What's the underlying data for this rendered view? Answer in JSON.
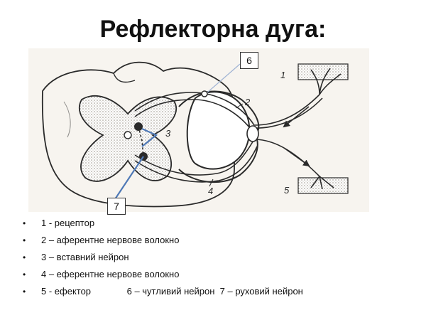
{
  "title": "Рефлекторна дуга:",
  "labels": {
    "n1": "1",
    "n2": "2",
    "n3": "3",
    "n4": "4",
    "n5": "5",
    "box6": "6",
    "box7": "7"
  },
  "legend": [
    "1 - рецептор",
    "2 – аферентне нервове волокно",
    "3 – вставний нейрон",
    "4 – еферентне нервове волокно",
    "5 - ефектор              6 – чутливий нейрон  7 – руховий нейрон"
  ],
  "colors": {
    "line": "#2a2a2a",
    "stipple": "#c9c1b6",
    "pointer": "#4f79b6",
    "background": "#f7f4ef"
  }
}
